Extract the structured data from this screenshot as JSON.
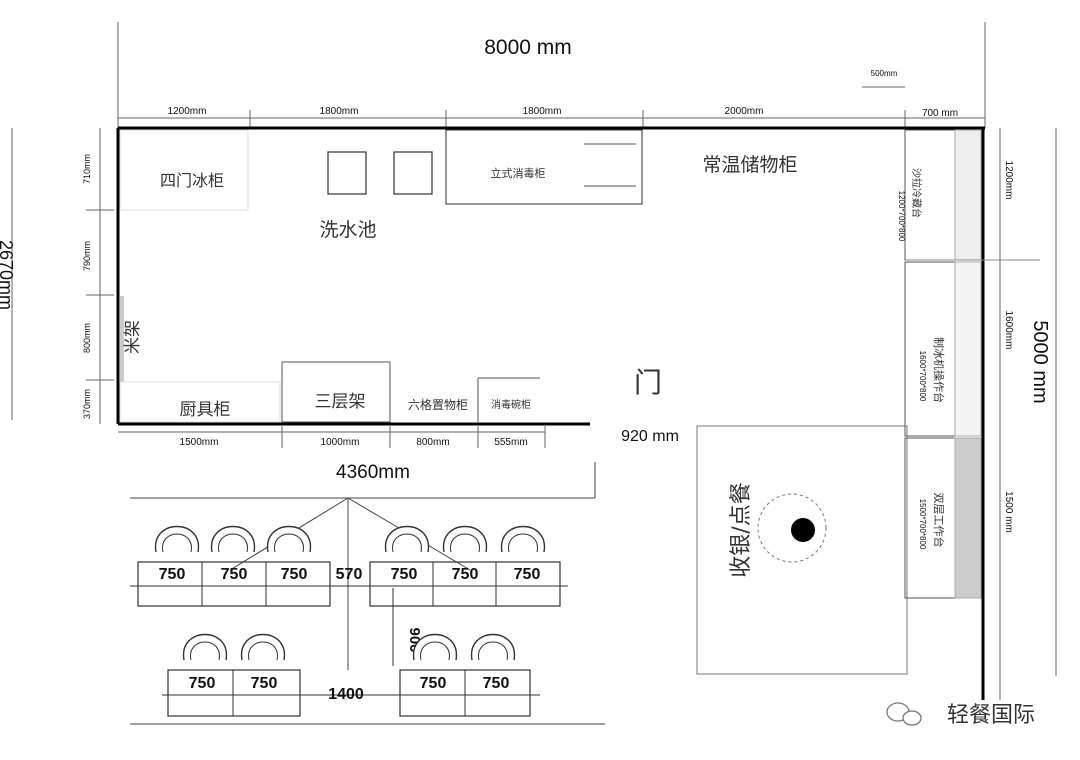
{
  "dimensions": {
    "total_width": "8000 mm",
    "top_segments": [
      "1200mm",
      "1800mm",
      "1800mm",
      "2000mm",
      "700 mm"
    ],
    "top_extra": "500mm",
    "left_total": "2670mm",
    "left_segments": [
      "710mm",
      "790mm",
      "800mm",
      "370mm"
    ],
    "bottom_segments": [
      "1500mm",
      "1000mm",
      "800mm",
      "555mm"
    ],
    "door_width": "920 mm",
    "dining_width": "4360mm",
    "right_total": "5000 mm",
    "right_segments": [
      "1200mm",
      "1600mm",
      "1500 mm"
    ]
  },
  "labels": {
    "freezer": "四门冰柜",
    "sink": "洗水池",
    "disinfection": "立式消毒柜",
    "storage": "常温储物柜",
    "rack": "米架",
    "cabinet": "厨具柜",
    "three_shelf": "三层架",
    "six_cabinet": "六格置物柜",
    "smoke": "消毒碗柜",
    "door": "门",
    "cashier": "收银/点餐",
    "prep_table": "沙拉冷藏台",
    "prep_spec": "1200*700*800",
    "ice_table": "制冰机操作台",
    "ice_spec": "1600*700*800",
    "work_table": "双层工作台",
    "work_spec": "1500*700*800"
  },
  "seating": {
    "row1_left": [
      "750",
      "750",
      "750"
    ],
    "gap": "570",
    "row1_right": [
      "750",
      "750",
      "750"
    ],
    "row2_left": [
      "750",
      "750"
    ],
    "row2_right": [
      "750",
      "750"
    ],
    "aisle_v": "900",
    "aisle_h": "1400"
  },
  "watermark": "轻餐国际"
}
